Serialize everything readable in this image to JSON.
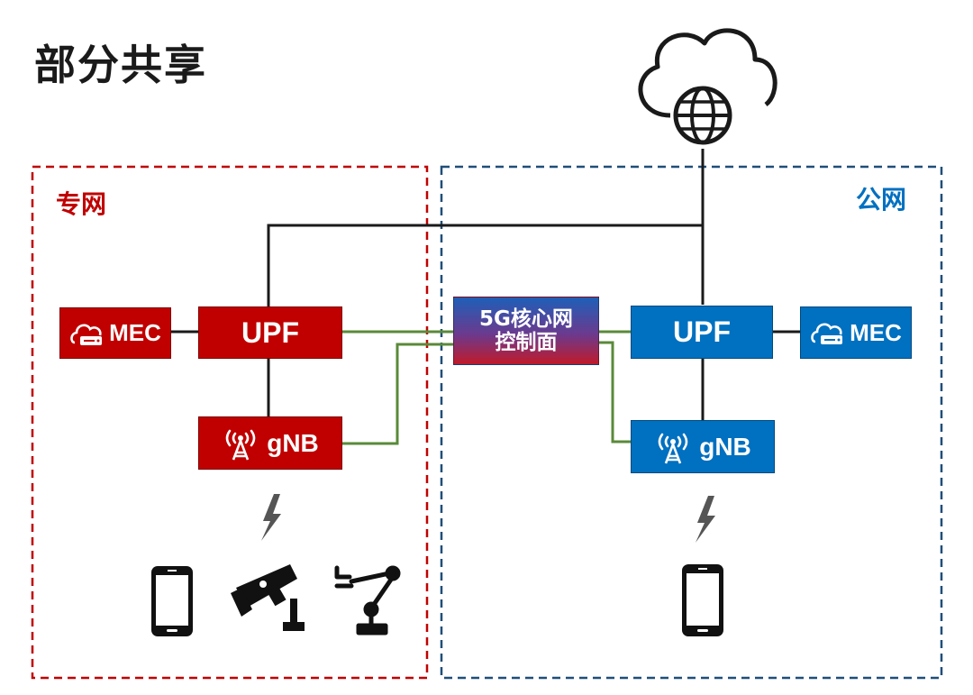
{
  "title": "部分共享",
  "zones": {
    "private": {
      "label": "专网",
      "color": "#c00000"
    },
    "public": {
      "label": "公网",
      "color": "#0070c0"
    }
  },
  "nodes": {
    "private_mec": {
      "label": "MEC",
      "icon": "cloud-server-icon"
    },
    "private_upf": {
      "label": "UPF"
    },
    "private_gnb": {
      "label": "gNB",
      "icon": "antenna-icon"
    },
    "core_line1": "5G核心网",
    "core_line2": "控制面",
    "public_upf": {
      "label": "UPF"
    },
    "public_mec": {
      "label": "MEC",
      "icon": "cloud-server-icon"
    },
    "public_gnb": {
      "label": "gNB",
      "icon": "antenna-icon"
    }
  },
  "icons": {
    "internet": "cloud-globe-icon",
    "wireless": "lightning-icon",
    "private_devices": [
      "phone-icon",
      "camera-icon",
      "robot-arm-icon"
    ],
    "public_devices": [
      "phone-icon"
    ]
  },
  "colors": {
    "red": "#c00000",
    "blue": "#0070c0",
    "link_green": "#5a8a3a",
    "link_black": "#1a1a1a"
  }
}
